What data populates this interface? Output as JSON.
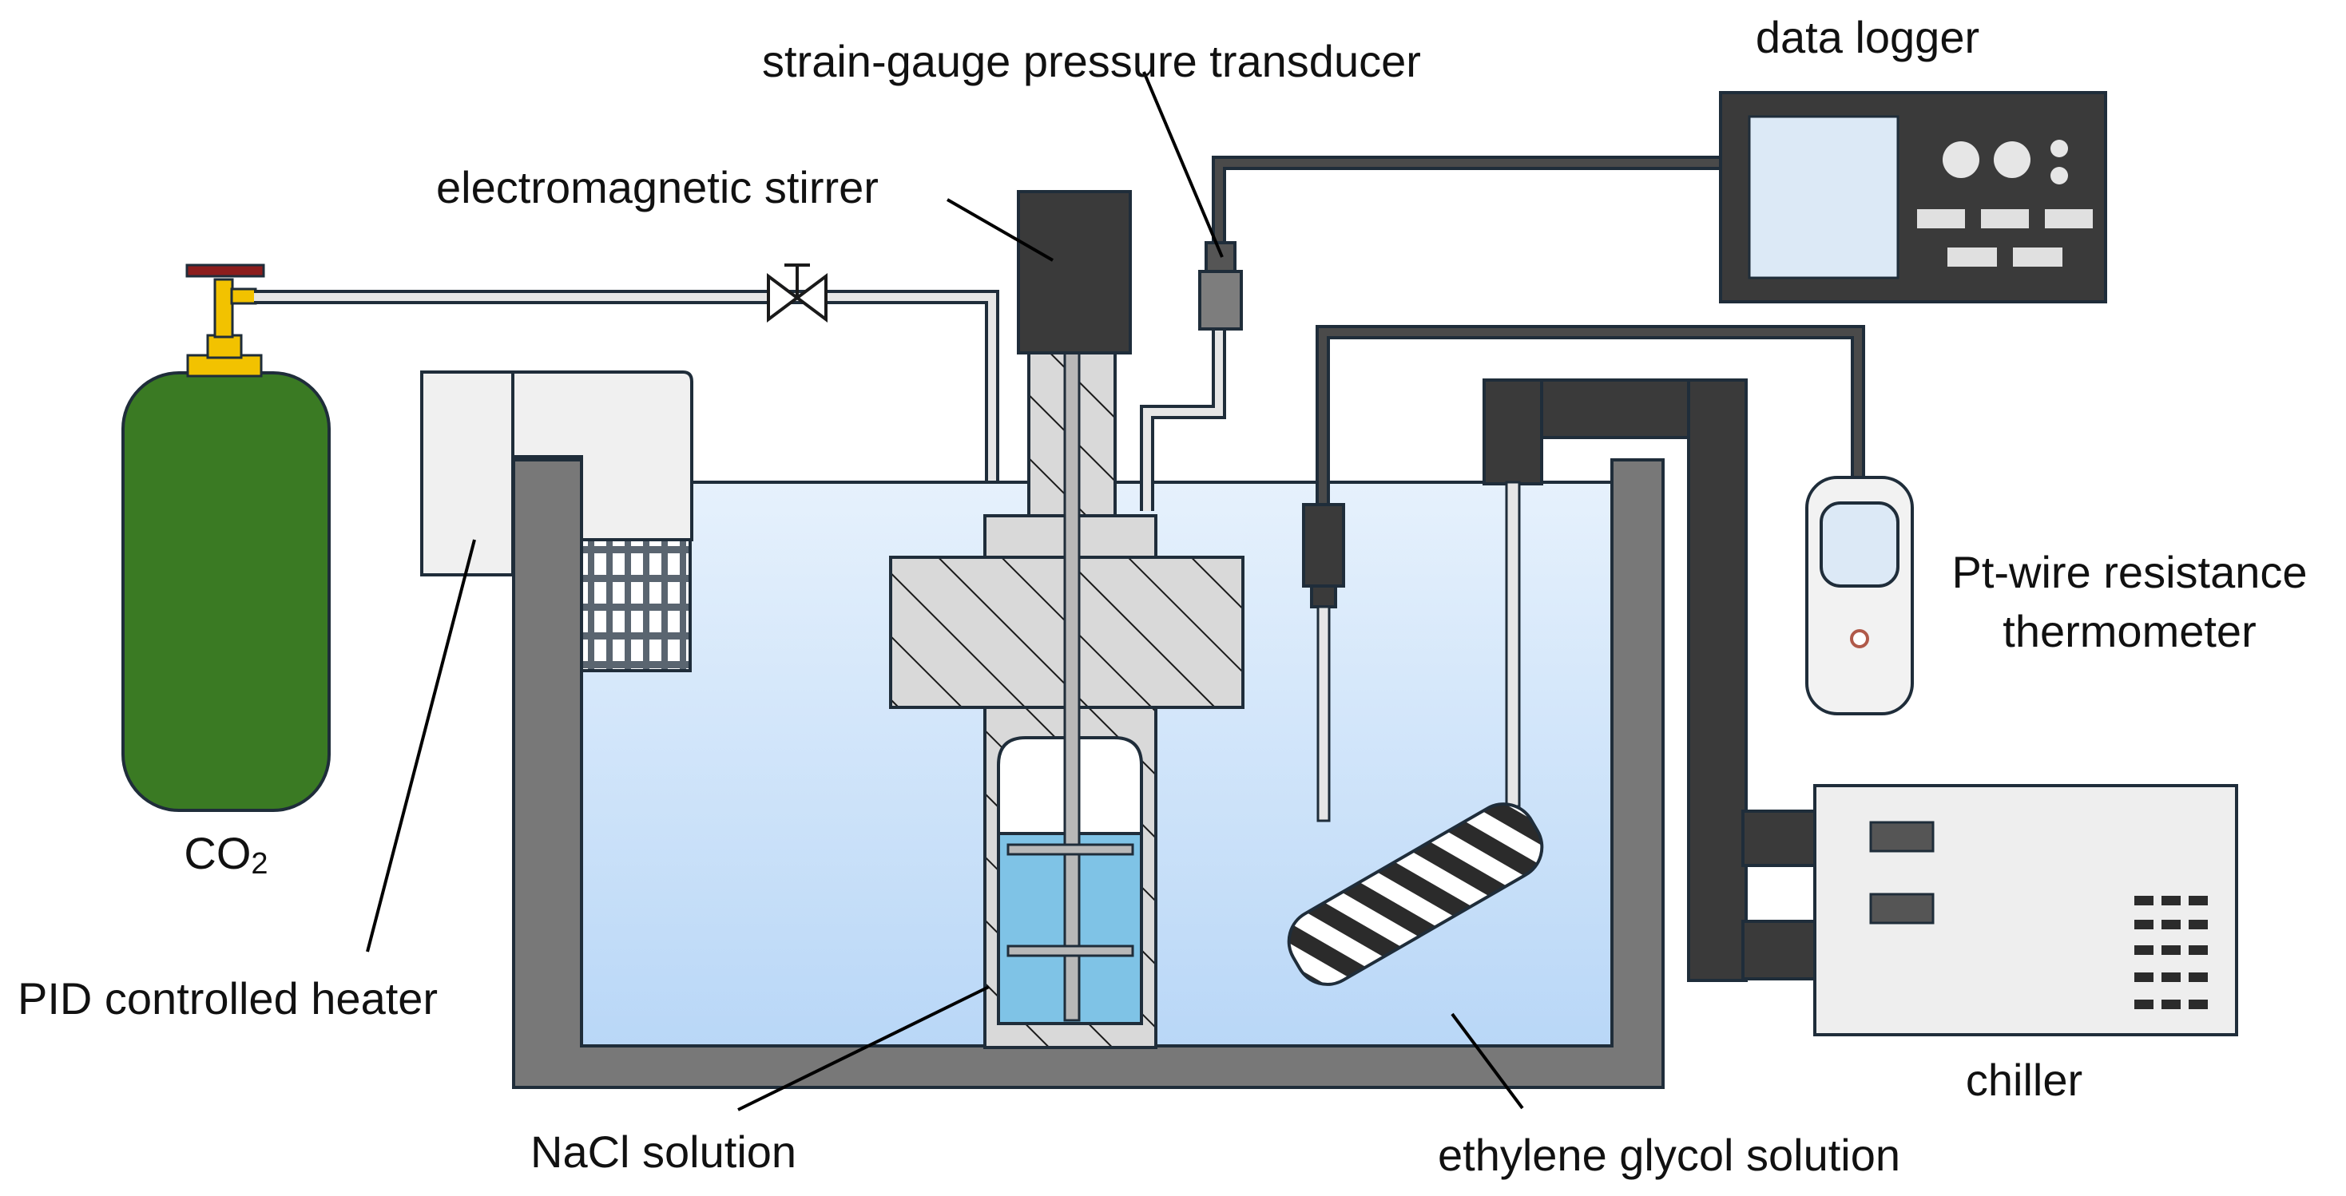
{
  "labels": {
    "co2_main": "CO",
    "co2_sub": "2",
    "heater": "PID controlled heater",
    "stirrer": "electromagnetic stirrer",
    "transducer": "strain-gauge pressure transducer",
    "logger": "data logger",
    "thermometer_line1": "Pt-wire resistance",
    "thermometer_line2": "thermometer",
    "chiller": "chiller",
    "nacl": "NaCl solution",
    "glycol": "ethylene glycol solution"
  },
  "colors": {
    "cylinder": "#3a7a23",
    "valve_handle": "#8c1d1d",
    "valve_stem": "#f2c200",
    "tank_wall": "#787878",
    "bath_water": "#cfe3f8",
    "nacl_solution": "#7fc3e6",
    "dark_component": "#3a3a3a",
    "hatched_body": "#d9d9d9",
    "logger_screen": "#dce9f6"
  },
  "icons": {
    "needle_valve": "bowtie-valve-icon",
    "cylinder": "gas-cylinder-icon"
  }
}
